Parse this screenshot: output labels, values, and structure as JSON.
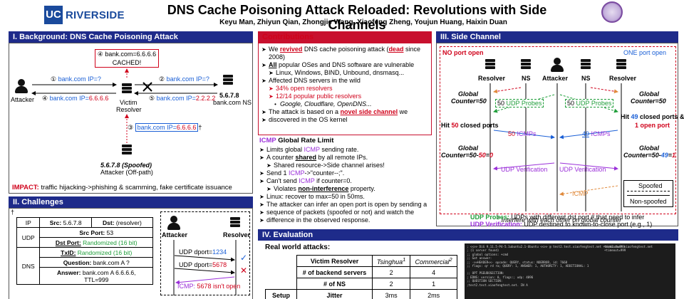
{
  "header": {
    "logo_uc": "UC",
    "logo_text": "RIVERSIDE",
    "title": "DNS Cache Poisoning Attack Reloaded: Revolutions with Side Channels",
    "authors": "Keyu Man, Zhiyun Qian, Zhongjie Wang, Xiaofeng Zheng, Youjun Huang, Haixin Duan"
  },
  "background": {
    "heading": "I. Background: DNS Cache Poisoning Attack",
    "cached_num": "④",
    "cached_line1": "bank.com=6.6.6.6",
    "cached_line2": "CACHED!",
    "attacker_label": "Attacker",
    "resolver_label1": "Victim",
    "resolver_label2": "Resolver",
    "ns_label1": "5.6.7.8",
    "ns_label2": "bank.com NS",
    "arrow1_num": "①",
    "arrow1_text": "bank.com IP=?",
    "arrow4_num": "④",
    "arrow4_text": "bank.com IP=",
    "arrow4_val": "6.6.6.6",
    "arrow2_num": "②",
    "arrow2_text": "bank.com IP=?",
    "arrow5_num": "⑤",
    "arrow5_text": "bank.com IP=",
    "arrow5_val": "2.2.2.2",
    "arrow3_num": "③",
    "arrow3_text": "bank.com IP=",
    "arrow3_val": "6.6.6.6",
    "dagger": "†",
    "spoofed_label": "5.6.7.8 (Spoofed)",
    "offpath_label": "Attacker (Off-path)",
    "impact_label": "IMPACT:",
    "impact_text": " traffic hijacking->phishing & scamming, fake certificate issuance"
  },
  "challenges": {
    "heading": "II. Challenges",
    "dagger": "†",
    "row_ip": "IP",
    "src_label": "Src:",
    "src_val": " 5.6.7.8",
    "dst_label": "Dst:",
    "dst_val": " (resolver)",
    "row_udp": "UDP",
    "srcport_label": "Src Port:",
    "srcport_val": " 53",
    "dstport_label": "Dst Port:",
    "dstport_val": " Randomized (16 bit)",
    "row_dns": "DNS",
    "txid_label": "TxID:",
    "txid_val": " Randomized (16 bit)",
    "question_label": "Question:",
    "question_val": " bank.com A ?",
    "answer_label": "Answer:",
    "answer_val": " bank.com A 6.6.6.6,",
    "ttl_val": "TTL=999",
    "attacker_label": "Attacker",
    "resolver_label": "Resolver",
    "udp1_text": "UDP dport=",
    "udp1_val": "1234",
    "udp2_text": "UDP dport=",
    "udp2_val": "5678",
    "icmp_label": "ICMP:",
    "icmp_text": " 5678 isn't open",
    "check": "✓",
    "cross": "✕"
  },
  "contributions": {
    "heading": "Contributions",
    "items": [
      {
        "pre": "We ",
        "em": "revived",
        "mid": " DNS cache poisoning attack (",
        "em2": "dead",
        "post": " since 2008)"
      },
      {
        "pre": "",
        "em": "All",
        "mid": " popular OSes and DNS software are vulnerable",
        "em2": "",
        "post": ""
      }
    ],
    "sub1": "Linux, Windows, BIND, Unbound, dnsmasq...",
    "item3": "Affected DNS servers in the wild",
    "sub2": "34% open resolvers",
    "sub3": "12/14 popular public resolvers",
    "sub4": "Google, Cloudflare, OpenDNS...",
    "item4_pre": "The attack is based on a ",
    "item4_em": "novel side channel",
    "item4_post": " we",
    "item4_line2": "discovered in the OS kernel"
  },
  "rate_limit": {
    "heading_icmp": "ICMP",
    "heading_rest": " Global Rate Limit",
    "l1_pre": "Limits global ",
    "l1_icmp": "ICMP",
    "l1_post": " sending rate.",
    "l2_pre": "A counter ",
    "l2_em": "shared",
    "l2_post": " by all remote IPs.",
    "l3": "Shared resource->Side channel arises!",
    "l4_pre": "Send 1 ",
    "l4_icmp": "ICMP",
    "l4_post": "->\"counter--;\".",
    "l5_pre": "Can't send ",
    "l5_icmp": "ICMP",
    "l5_post": " if counter=0.",
    "l6_pre": "Violates ",
    "l6_em": "non-interference",
    "l6_post": " property.",
    "l7": "Linux: recover to max=50 in 50ms.",
    "l8": "The attacker can infer an open port is open by sending a",
    "l9": "sequence of packets (spoofed or not) and watch the",
    "l10": "difference in the observed response."
  },
  "evaluation": {
    "heading": "IV. Evaluation",
    "subheading": "Real world attacks:",
    "col_victim": "Victim Resolver",
    "col_tsinghua": "Tsinghua",
    "sup1": "1",
    "col_commercial": "Commercial",
    "sup2": "2",
    "rows": [
      {
        "label": "# of backend servers",
        "a": "2",
        "b": "4"
      },
      {
        "label": "# of NS",
        "a": "2",
        "b": "1"
      },
      {
        "label": "Jitter",
        "a": "3ms",
        "b": "2ms"
      }
    ],
    "setup_label": "Setup",
    "terminal_lines": [
      "; <<>> DiG 9.11.5-P4-5.1ubuntu2.1-Ubuntu <<>> @          test2.test.xiaofengtest.net +timeout=999",
      "; (1 server found)",
      ";; global options: +cmd",
      ";; Got answer:",
      ";; ->>HEADER<<- opcode: QUERY, status: NOERROR, id: 7668",
      ";; flags: qr rd ra; QUERY: 1, ANSWER: 1, AUTHORITY: 1, ADDITIONAL: 1",
      "",
      ";; OPT PSEUDOSECTION:",
      "; EDNS: version: 0, flags:; udp: 4096",
      ";; QUESTION SECTION:",
      ";test2.test.xiaofengtest.net.   IN      A"
    ],
    "terminal_right": "test2.test.xiaofengtest.net +timeout=999"
  },
  "side_channel": {
    "heading": "III. Side Channel",
    "no_port": "NO port open",
    "one_port": "ONE port open",
    "resolver": "Resolver",
    "ns": "NS",
    "attacker": "Attacker",
    "global_counter_l": "Global",
    "counter50_l": "Counter=50",
    "global_counter_r": "Global",
    "counter50_r": "Counter=50",
    "udp_probes_count_l": "50",
    "udp_probes_l": " UDP Probes",
    "udp_probes_count_r": "50",
    "udp_probes_r": " UDP Probes",
    "hit_l_pre": "Hit ",
    "hit_l_num": "50",
    "hit_l_post": " closed ports",
    "hit_r_pre": "Hit ",
    "hit_r_num": "49",
    "hit_r_post": " closed ports",
    "hit_r_amp": " &",
    "hit_r_open_num": "1",
    "hit_r_open": " open port",
    "icmps_l_num": "50",
    "icmps_l": " ICMPs",
    "icmps_r_num": "49",
    "icmps_r": " ICMPs",
    "gc_l_pre": "Counter=50-",
    "gc_l_num": "50",
    "gc_l_eq": "=",
    "gc_l_res": "0",
    "gc_r_pre": "Counter=50-",
    "gc_r_num": "49",
    "gc_r_eq": "=",
    "gc_r_res": "1",
    "udp_verif_l": "UDP Verification",
    "udp_verif_r": "UDP Verification",
    "icmp": "ICMP",
    "legend_spoofed": "Spoofed",
    "legend_nonspoofed": "Non-spoofed",
    "footnote_num": "3",
    "footnote": " Interfere with each other on global counter",
    "udp_probes_def_label": "UDP Probes:",
    "udp_probes_def": " UDPs with different dst port # that need to infer",
    "udp_verif_def_label": "UDP Verification:",
    "udp_verif_def": " UDP destined to known-to-close port (e.g., 1)"
  }
}
